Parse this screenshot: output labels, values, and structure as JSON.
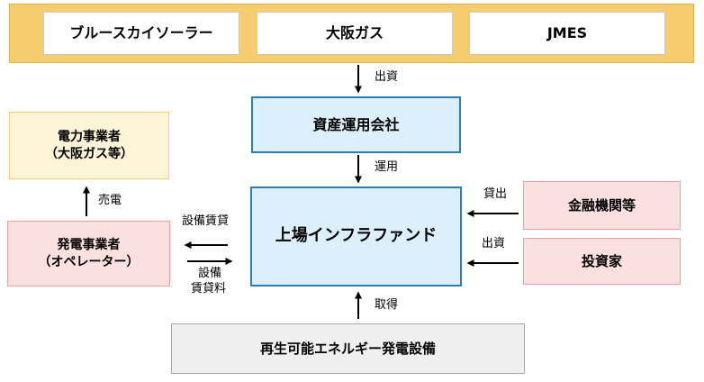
{
  "sponsors": [
    "ブルースカイソーラー",
    "大阪ガス",
    "JMES"
  ],
  "asset_manager": "資産運用会社",
  "fund": "上場インフラファンド",
  "power_consumer": {
    "line1": "電力事業者",
    "line2": "（大阪ガス等）"
  },
  "operator": {
    "line1": "発電事業者",
    "line2": "（オペレーター）"
  },
  "lender": "金融機関等",
  "investor": "投資家",
  "facility": "再生可能エネルギー発電設備",
  "flow_labels": {
    "sponsor_investment": "出資",
    "management": "運用",
    "power_sale": "売電",
    "lease": "設備賃貸",
    "lease_fee_line1": "設備",
    "lease_fee_line2": "賃貸料",
    "loan": "貸出",
    "investor_investment": "出資",
    "acquisition": "取得"
  },
  "colors": {
    "sponsor_band": "#f6cd6e",
    "blue_fill": "#dcf0fb",
    "blue_border": "#2f7db7",
    "cream_fill": "#fdf3d6",
    "pink_fill": "#fbe0e0",
    "gray_fill": "#efefef"
  }
}
